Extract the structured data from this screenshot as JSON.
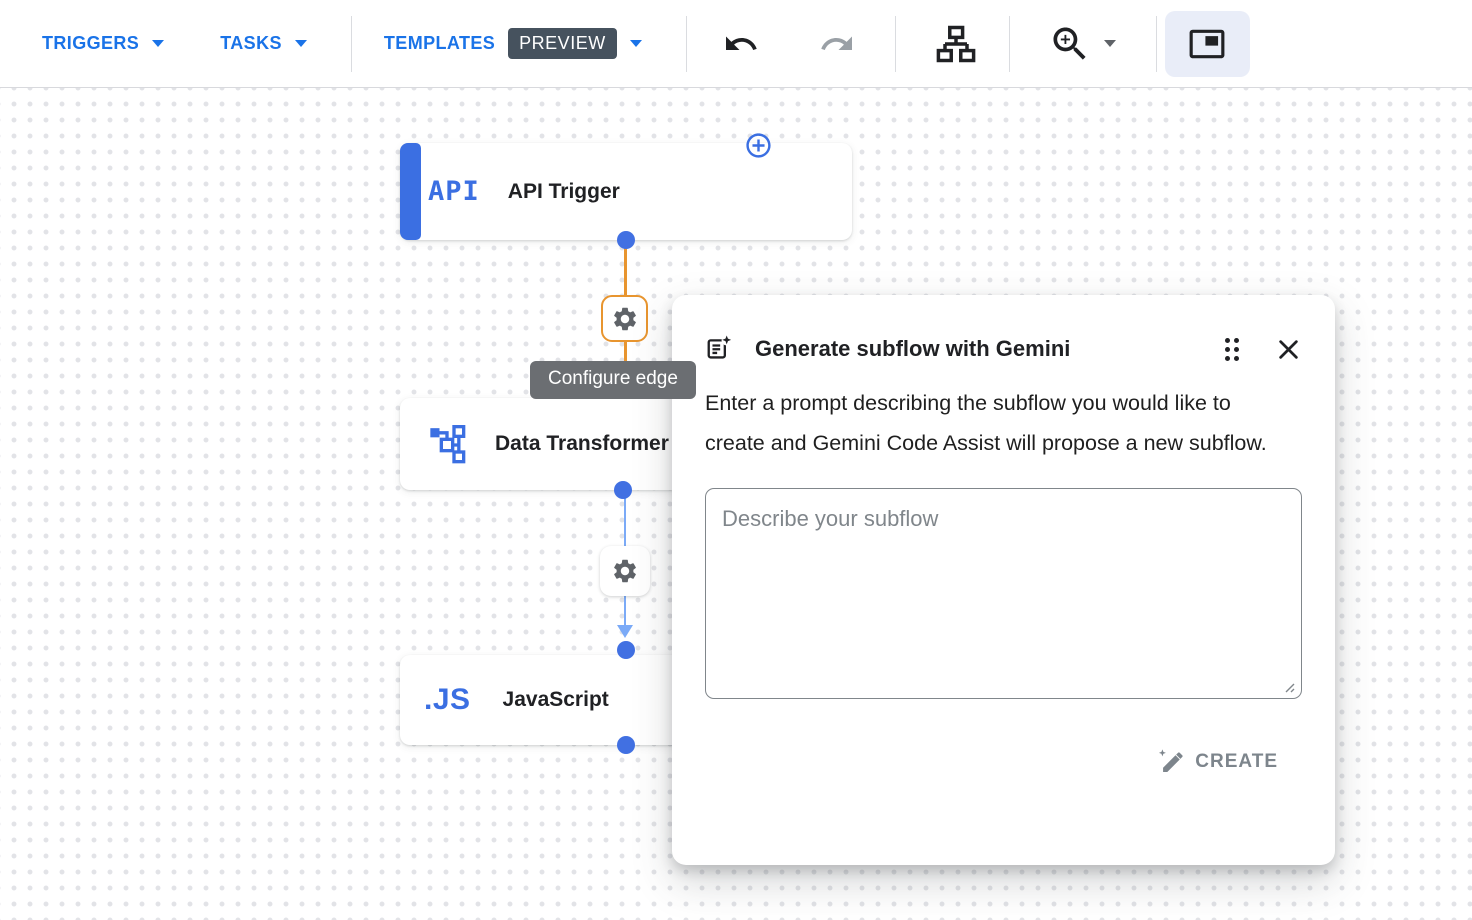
{
  "toolbar": {
    "triggers_label": "TRIGGERS",
    "tasks_label": "TASKS",
    "templates_label": "TEMPLATES",
    "preview_badge": "PREVIEW",
    "icon_names": [
      "undo-icon",
      "redo-icon",
      "layout-tree-icon",
      "zoom-in-icon",
      "picture-in-picture-icon"
    ]
  },
  "canvas": {
    "nodes": [
      {
        "icon_text": "API",
        "label": "API Trigger"
      },
      {
        "label": "Data Transformer"
      },
      {
        "icon_text": ".JS",
        "label": "JavaScript"
      }
    ],
    "edge_tooltip": "Configure edge",
    "icon_names": [
      "add-node-icon",
      "gear-icon",
      "data-transformer-icon"
    ]
  },
  "dialog": {
    "title": "Generate subflow with Gemini",
    "description": "Enter a prompt describing the subflow you would like to create and Gemini Code Assist will propose a new subflow.",
    "prompt_placeholder": "Describe your subflow",
    "create_label": "CREATE",
    "icon_names": [
      "generate-note-icon",
      "drag-handle-icon",
      "close-icon",
      "magic-pen-icon"
    ]
  },
  "colors": {
    "toolbar_blue": "#1a73e8",
    "node_accent_blue": "#3b6fe2",
    "connector_blue": "#4170e2",
    "edge_orange": "#e8952f",
    "edge_light_blue": "#7baaf7",
    "preview_badge_bg": "#46525e",
    "tooltip_bg": "#6b6e72",
    "disabled_gray": "#80868b",
    "active_button_bg": "#e9edf8",
    "text_dark": "#202124"
  }
}
